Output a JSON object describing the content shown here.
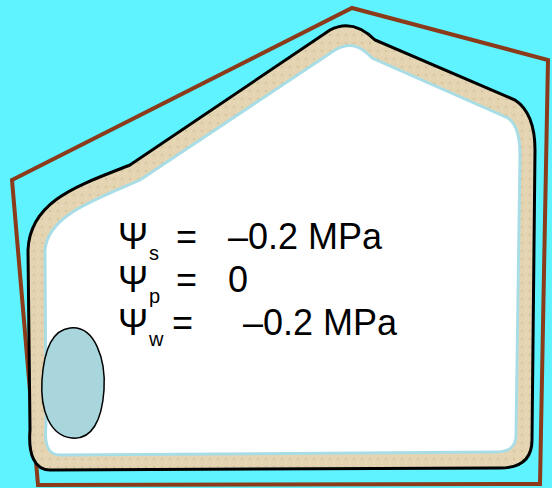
{
  "diagram": {
    "labels": [
      "Ψ",
      "s",
      "=",
      "–0.2 MPa",
      "Ψ",
      "p",
      "=",
      "0",
      "Ψ",
      "w",
      "=",
      "–0.2 MPa"
    ]
  }
}
